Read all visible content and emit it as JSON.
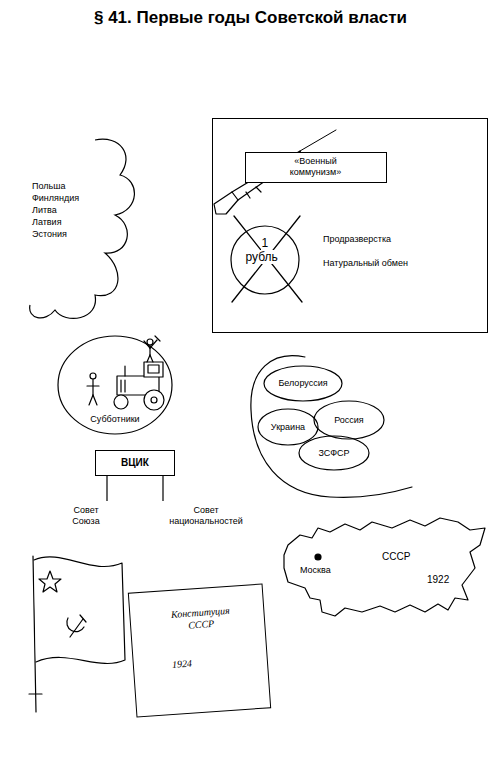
{
  "diagram": {
    "title": "§ 41. Первые годы Советской власти",
    "nodes": [
      {
        "text": [
          "Польша",
          "Финляндия",
          "Литва",
          "Латвия",
          "Эстония"
        ]
      },
      {
        "text": [
          "Продразверстка",
          "Натуральный обмен"
        ]
      },
      {
        "text": [
          "«Военный коммунизм»"
        ],
        "in": 1
      },
      {
        "text": [
          "1",
          "рубль"
        ],
        "in": 1
      },
      {
        "text": [
          "Субботники"
        ]
      },
      {
        "text": [
          "Белоруссия"
        ]
      },
      {
        "text": [
          "Россия"
        ]
      },
      {
        "text": [
          "Украина"
        ]
      },
      {
        "text": [
          "ЗСФСР"
        ]
      },
      {
        "text": [
          "ВЦИК"
        ]
      },
      {
        "text": [
          "Совет Союза"
        ]
      },
      {
        "text": [
          "Совет национальностей"
        ]
      },
      {
        "text": [
          "Конституция СССР",
          "1924"
        ]
      }
    ],
    "edges": [
      {
        "from": 9,
        "to": 10,
        "arrow": "none"
      },
      {
        "from": 9,
        "to": 11,
        "arrow": "none"
      }
    ],
    "labels": [
      "Москва",
      "СССР",
      "1922"
    ]
  }
}
